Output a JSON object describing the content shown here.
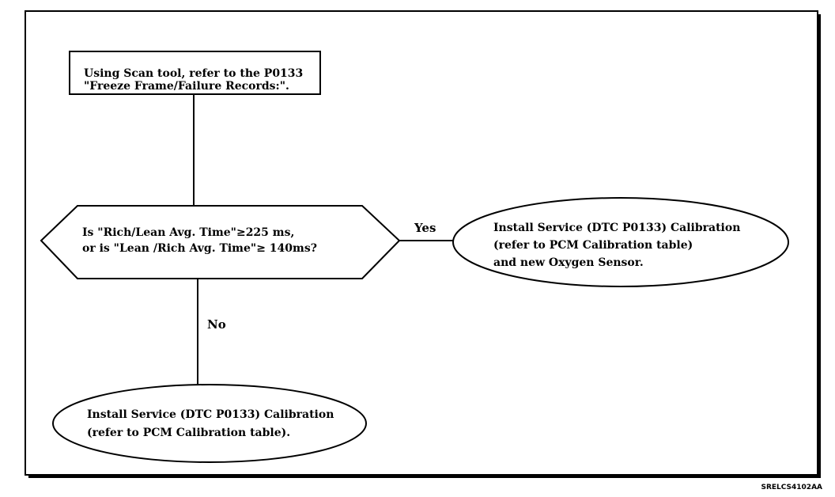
{
  "diagram": {
    "start_box": {
      "line1": "Using Scan tool, refer to the P0133",
      "line2": "\"Freeze Frame/Failure Records:\"."
    },
    "decision": {
      "line1": "Is \"Rich/Lean Avg. Time\"≥225 ms,",
      "line2": "or is \"Lean /Rich Avg. Time\"≥ 140ms?"
    },
    "yes_label": "Yes",
    "no_label": "No",
    "yes_outcome": {
      "line1": "Install Service (DTC P0133) Calibration",
      "line2": "(refer to PCM Calibration table)",
      "line3": "and new Oxygen Sensor."
    },
    "no_outcome": {
      "line1": "Install Service (DTC P0133) Calibration",
      "line2": "(refer to PCM Calibration table)."
    },
    "figure_code": "SRELCS4102AA"
  }
}
